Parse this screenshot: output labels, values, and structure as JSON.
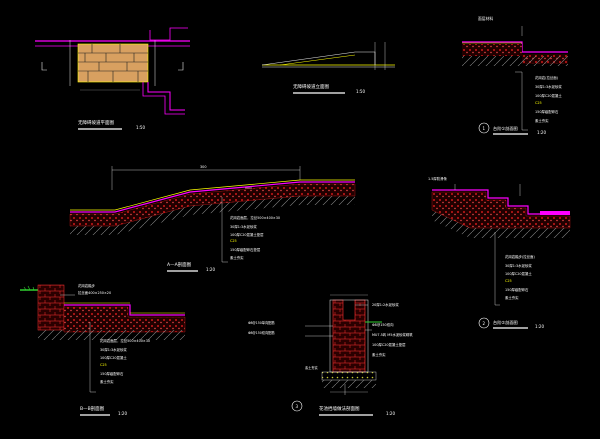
{
  "drawing": {
    "background": "#000000",
    "colors": {
      "line": "#e8e8e8",
      "dim": "#cfcfcf",
      "paving": "#ff00ff",
      "concrete": "#ff2020",
      "gravel": "#c8c830",
      "soil": "#b0b0b0",
      "grass": "#30d030",
      "text": "#ffffff",
      "accent": "#ffff00",
      "frame": "#ffffff"
    }
  },
  "titles": {
    "plan": "无障碍坡道平面图",
    "plan_scale": "1:50",
    "elev": "无障碍坡道立面图",
    "elev_scale": "1:50",
    "stair1": "台阶①剖面图",
    "stair1_scale": "1:20",
    "sectionA": "A—A剖面图",
    "sectionA_scale": "1:20",
    "stair2": "台阶②剖面图",
    "stair2_scale": "1:20",
    "sectionB": "B—B剖面图",
    "sectionB_scale": "1:20",
    "curb": "花池挡墙做法剖面图",
    "curb_scale": "1:20"
  },
  "markers": {
    "m1": "1",
    "m2": "2",
    "m3": "3"
  },
  "notes": {
    "stairs_top": "面层材料",
    "dim_width": "300",
    "a_lines": [
      "花岗岩面层，拉丝500×400×30",
      "30厚1:3水泥砂浆",
      "100厚C20混凝土垫层",
      "C25",
      "150厚级配碎石垫层",
      "素土夯实"
    ],
    "s1_lines": [
      "花岗岩(拉丝面)",
      "30厚1:3水泥砂浆",
      "100厚C20混凝土",
      "C25",
      "150厚级配碎石",
      "素土夯实"
    ],
    "s2_top": "1.5厚防滑条",
    "s2_lines": [
      "花岗岩踏步(拉丝面)",
      "30厚1:3水泥砂浆",
      "100厚C20混凝土",
      "C25",
      "150厚级配碎石",
      "素土夯实"
    ],
    "b_top": "花岗岩踏步",
    "b_top2": "拉丝面400×250×20",
    "b_lines": [
      "花岗岩面层，拉丝500×400×30",
      "30厚1:3水泥砂浆",
      "100厚C20混凝土",
      "C25",
      "150厚级配碎石",
      "素土夯实"
    ],
    "curb_lines": [
      "20厚1:2水泥砂浆",
      "Φ8@150双向",
      "MU7.5砖 M5水泥砂浆砌筑",
      "100厚C20混凝土垫层",
      "素土夯实"
    ],
    "curb_left": [
      "Φ8@150单向配筋",
      "Φ8@150双向配筋"
    ],
    "curb_bottom": "素土夯实"
  }
}
